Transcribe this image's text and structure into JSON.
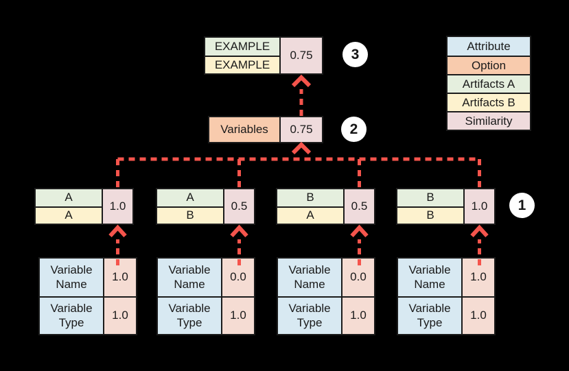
{
  "colors": {
    "background": "#000000",
    "border": "#1b1b1b",
    "text": "#1a1a1a",
    "arrow": "#F5544C",
    "attribute": "#D8E9F2",
    "option": "#F8CBAD",
    "artifacts-a": "#E5EFDE",
    "artifacts-b": "#FDF2CE",
    "similarity": "#EFDBDC",
    "similarity-warm": "#F5DCD3"
  },
  "legend": {
    "items": [
      {
        "label": "Attribute"
      },
      {
        "label": "Option"
      },
      {
        "label": "Artifacts A"
      },
      {
        "label": "Artifacts B"
      },
      {
        "label": "Similarity"
      }
    ]
  },
  "level3": {
    "badge": "3",
    "artifact_a": "EXAMPLE",
    "artifact_b": "EXAMPLE",
    "score": "0.75"
  },
  "level2": {
    "badge": "2",
    "attribute": "Variables",
    "score": "0.75"
  },
  "level1": {
    "badge": "1",
    "pairs": [
      {
        "artifact_a": "A",
        "artifact_b": "A",
        "score": "1.0"
      },
      {
        "artifact_a": "A",
        "artifact_b": "B",
        "score": "0.5"
      },
      {
        "artifact_a": "B",
        "artifact_b": "A",
        "score": "0.5"
      },
      {
        "artifact_a": "B",
        "artifact_b": "B",
        "score": "1.0"
      }
    ]
  },
  "level0": {
    "boxes": [
      {
        "rows": [
          {
            "attribute": "Variable Name",
            "score": "1.0"
          },
          {
            "attribute": "Variable Type",
            "score": "1.0"
          }
        ]
      },
      {
        "rows": [
          {
            "attribute": "Variable Name",
            "score": "0.0"
          },
          {
            "attribute": "Variable Type",
            "score": "1.0"
          }
        ]
      },
      {
        "rows": [
          {
            "attribute": "Variable Name",
            "score": "0.0"
          },
          {
            "attribute": "Variable Type",
            "score": "1.0"
          }
        ]
      },
      {
        "rows": [
          {
            "attribute": "Variable Name",
            "score": "1.0"
          },
          {
            "attribute": "Variable Type",
            "score": "1.0"
          }
        ]
      }
    ]
  }
}
